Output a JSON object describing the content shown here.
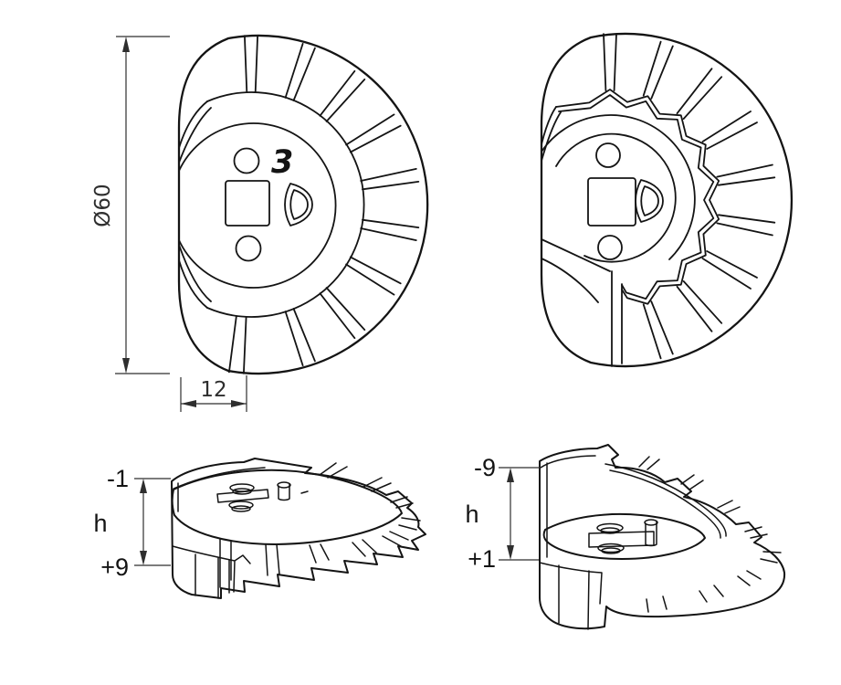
{
  "colors": {
    "background": "#ffffff",
    "line": "#141414",
    "dim": "#2e2e2e"
  },
  "front_view": {
    "marking": "3"
  },
  "dimensions": {
    "diameter": "Ø60",
    "width": "12"
  },
  "iso_front": {
    "top_label": "-1",
    "height_label": "h",
    "bottom_label": "+9"
  },
  "iso_back": {
    "top_label": "-9",
    "height_label": "h",
    "bottom_label": "+1"
  }
}
